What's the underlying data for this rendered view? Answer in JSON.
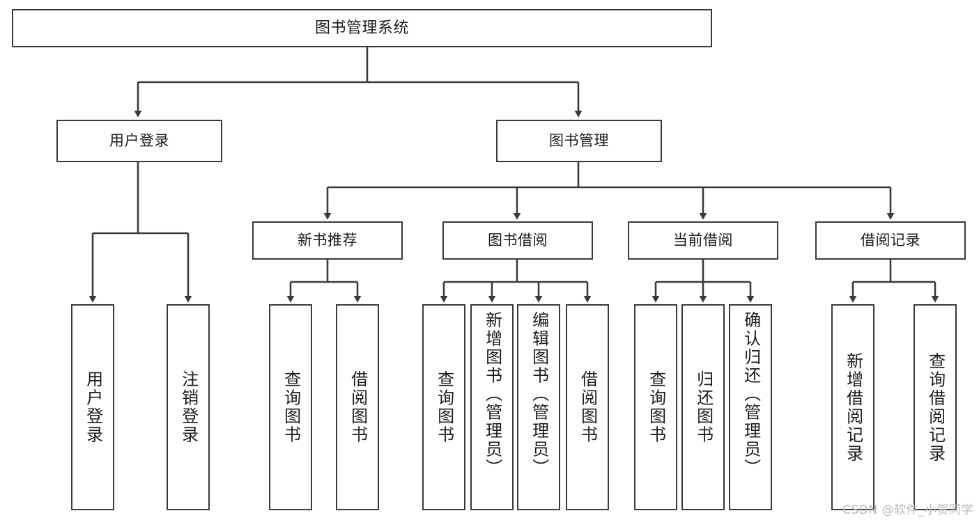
{
  "diagram": {
    "type": "tree-hierarchy-diagram",
    "title": "图书管理系统",
    "root": {
      "id": "root",
      "label": "图书管理系统"
    },
    "level2": [
      {
        "id": "user-login",
        "label": "用户登录"
      },
      {
        "id": "book-manage",
        "label": "图书管理"
      }
    ],
    "level3": [
      {
        "id": "new-book-rec",
        "label": "新书推荐"
      },
      {
        "id": "book-borrow",
        "label": "图书借阅"
      },
      {
        "id": "current-borrow",
        "label": "当前借阅"
      },
      {
        "id": "borrow-record",
        "label": "借阅记录"
      }
    ],
    "leaves": {
      "user_login": [
        {
          "id": "leaf-user-login",
          "label": "用户登录"
        },
        {
          "id": "leaf-logout-login",
          "label": "注销登录"
        }
      ],
      "new_book_rec": [
        {
          "id": "leaf-query-book-1",
          "label": "查询图书"
        },
        {
          "id": "leaf-borrow-book-1",
          "label": "借阅图书"
        }
      ],
      "book_borrow": [
        {
          "id": "leaf-query-book-2",
          "label": "查询图书"
        },
        {
          "id": "leaf-add-book",
          "label": "新增图书（管理员）"
        },
        {
          "id": "leaf-edit-book",
          "label": "编辑图书（管理员）"
        },
        {
          "id": "leaf-borrow-book-2",
          "label": "借阅图书"
        }
      ],
      "current_borrow": [
        {
          "id": "leaf-query-book-3",
          "label": "查询图书"
        },
        {
          "id": "leaf-return-book",
          "label": "归还图书"
        },
        {
          "id": "leaf-confirm-return",
          "label": "确认归还（管理员）"
        }
      ],
      "borrow_record": [
        {
          "id": "leaf-add-record",
          "label": "新增借阅记录"
        },
        {
          "id": "leaf-query-record",
          "label": "查询借阅记录"
        }
      ]
    },
    "watermark": "CSDN @软件_小贺同学",
    "colors": {
      "stroke": "#3a3a3a",
      "background": "#ffffff",
      "text": "#1c1c1c",
      "watermark": "#b9b9b9"
    }
  }
}
